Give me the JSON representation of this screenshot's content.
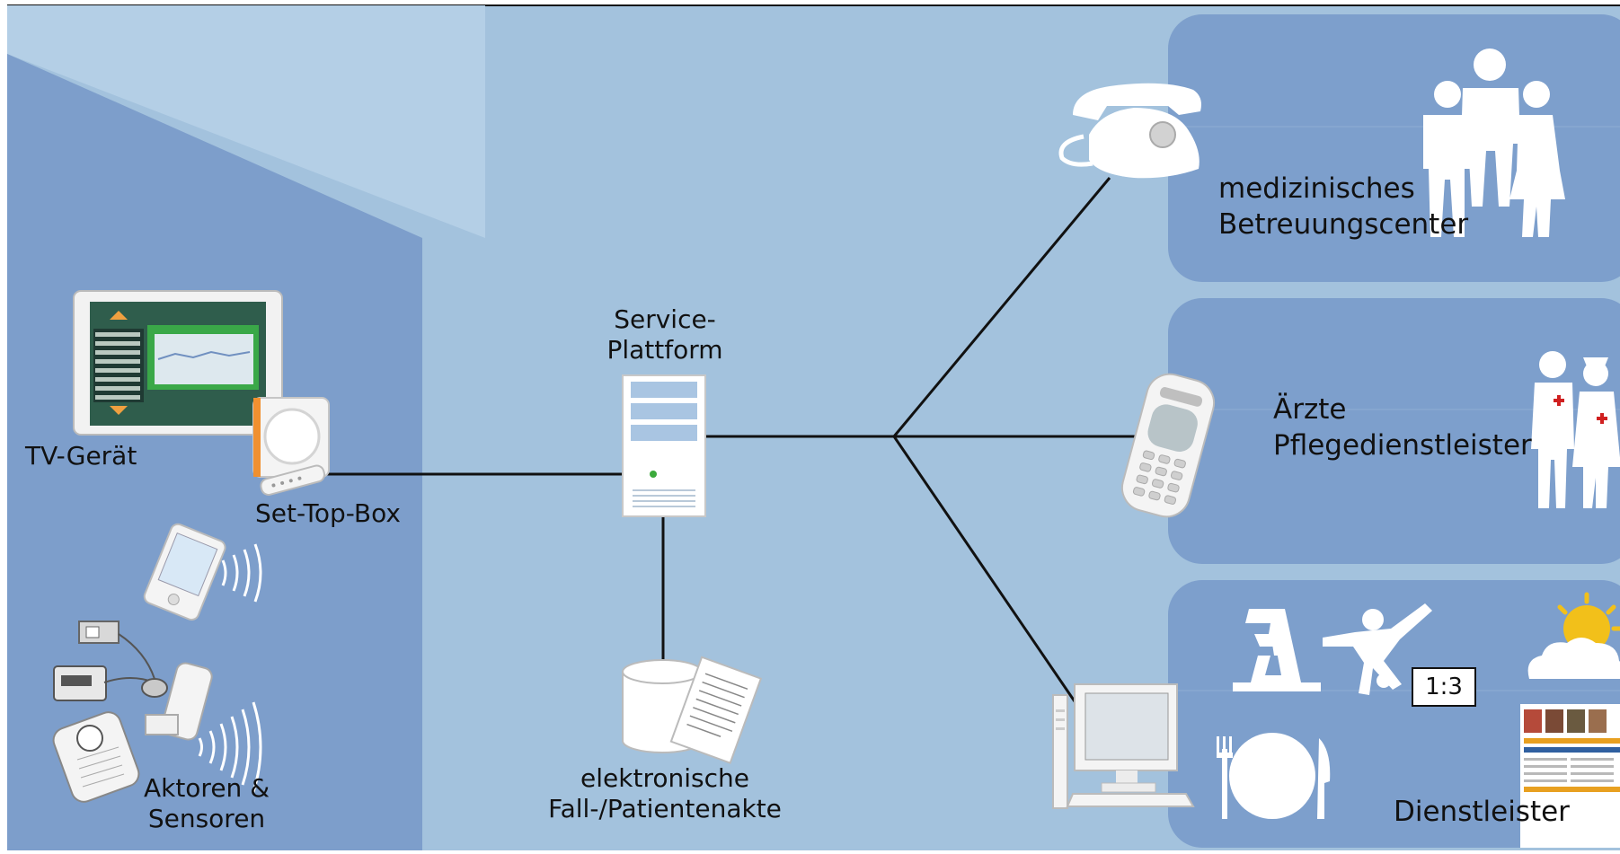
{
  "colors": {
    "background": "#a3c2dd",
    "house": "#7d9ecb",
    "house_roof_light": "#b4cfe6",
    "panel": "#7d9fcc",
    "panel_stripe": "#86a6d0",
    "line": "#111111",
    "icon": "#ffffff"
  },
  "home": {
    "tv_label": "TV-Gerät",
    "settopbox_label": "Set-Top-Box",
    "sensors_label_line1": "Aktoren &",
    "sensors_label_line2": "Sensoren"
  },
  "center": {
    "platform_label_line1": "Service-",
    "platform_label_line2": "Plattform",
    "record_label_line1": "elektronische",
    "record_label_line2": "Fall-/Patientenakte"
  },
  "panels": {
    "care_center_line1": "medizinisches",
    "care_center_line2": "Betreuungscenter",
    "doctors_line1": "Ärzte",
    "doctors_line2": "Pflegedienstleister",
    "providers": "Dienstleister",
    "score": "1:3"
  },
  "icons": [
    "tv-icon",
    "set-top-box-icon",
    "pda-icon",
    "blood-pressure-icon",
    "inhaler-icon",
    "scale-icon",
    "server-icon",
    "database-icon",
    "document-icon",
    "telephone-icon",
    "mobile-phone-icon",
    "computer-icon",
    "family-icon",
    "doctor-nurse-icon",
    "pharmacy-icon",
    "soccer-player-icon",
    "weather-icon",
    "plate-cutlery-icon",
    "newspaper-icon"
  ]
}
